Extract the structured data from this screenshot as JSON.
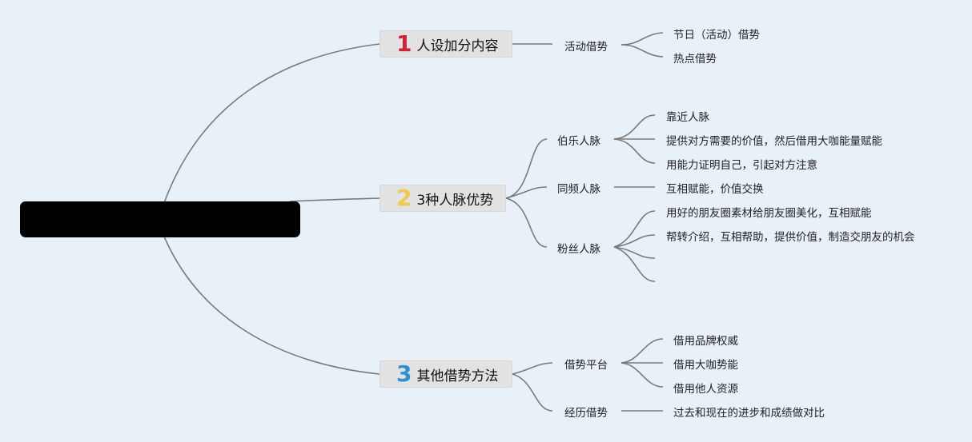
{
  "colors": {
    "background": "#e8f0f8",
    "line": "#7a7a7a",
    "num1": "#d2223a",
    "num2": "#f2c94c",
    "num3": "#2d8fd5"
  },
  "topics": [
    {
      "num": "1",
      "label": "人设加分内容",
      "subs": [
        {
          "label": "活动借势",
          "leaves": [
            "节日（活动）借势",
            "热点借势"
          ]
        }
      ]
    },
    {
      "num": "2",
      "label": "3种人脉优势",
      "subs": [
        {
          "label": "伯乐人脉",
          "leaves": [
            "靠近人脉",
            "提供对方需要的价值，然后借用大咖能量赋能",
            "用能力证明自己，引起对方注意"
          ]
        },
        {
          "label": "同频人脉",
          "leaves": [
            "互相赋能，价值交换"
          ]
        },
        {
          "label": "粉丝人脉",
          "leaves": [
            "用好的朋友圈素材给朋友圈美化，互相赋能",
            "帮转介绍，互相帮助，提供价值，制造交朋友的机会",
            "",
            ""
          ]
        }
      ]
    },
    {
      "num": "3",
      "label": "其他借势方法",
      "subs": [
        {
          "label": "借势平台",
          "leaves": [
            "借用品牌权威",
            "借用大咖势能",
            "借用他人资源"
          ]
        },
        {
          "label": "经历借势",
          "leaves": [
            "过去和现在的进步和成绩做对比"
          ]
        }
      ]
    }
  ]
}
